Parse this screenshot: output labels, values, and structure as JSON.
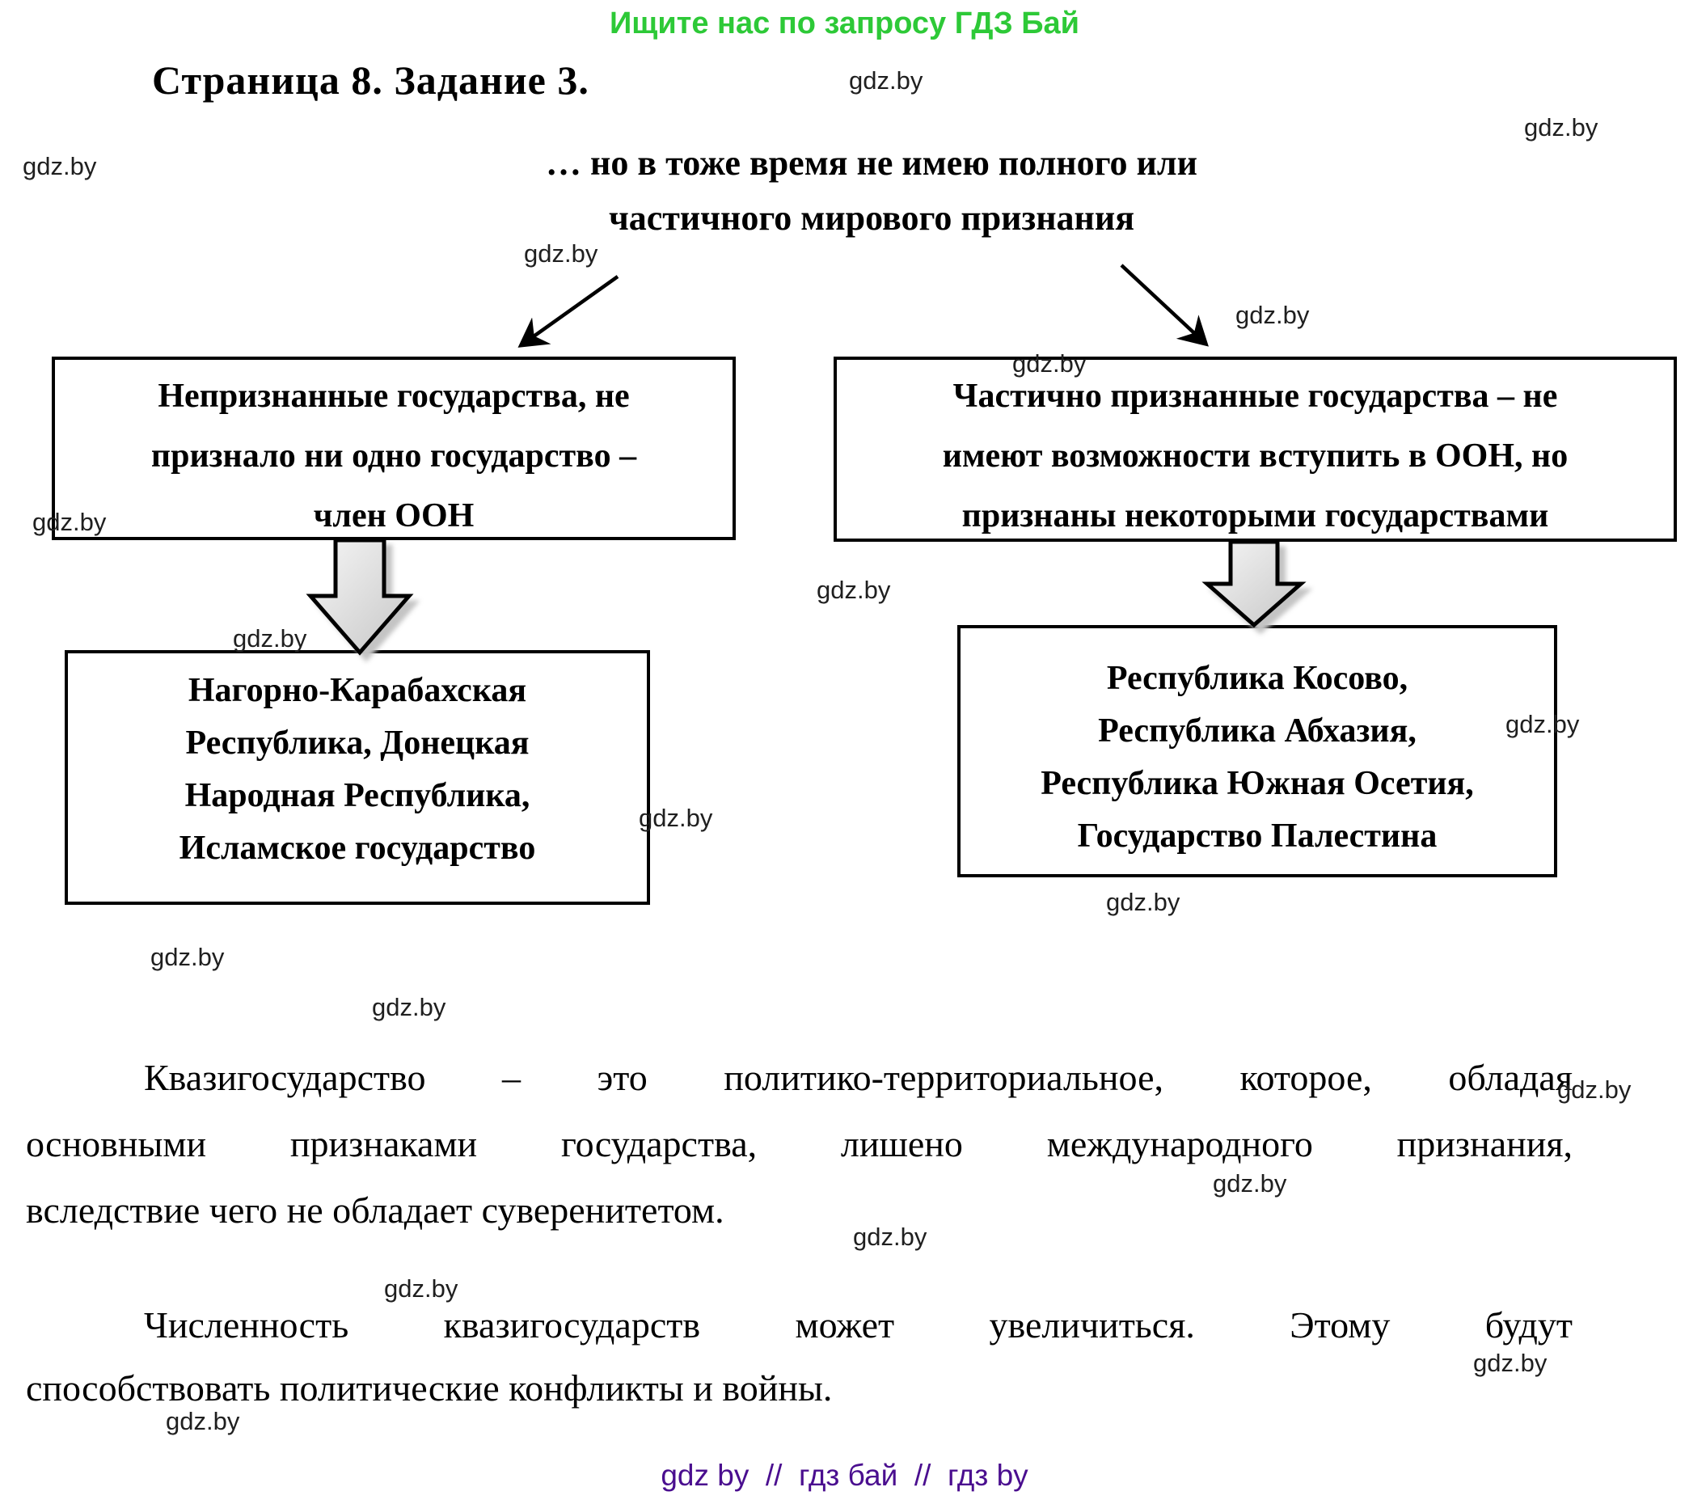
{
  "page": {
    "promo_banner": "Ищите нас по запросу ГДЗ Бай",
    "title": "Страница 8. Задание 3.",
    "watermark_label": "gdz.by",
    "footer": "gdz by  //  гдз бай  //  гдз by",
    "colors": {
      "promo_green": "#2dc937",
      "footer_purple": "#4a0e8f",
      "arrow_fill_light": "#f4f4f4",
      "arrow_fill_dark": "#c7c7c7"
    }
  },
  "diagram": {
    "heading_lines": [
      "… но в тоже время не имею полного или",
      "частичного мирового признания"
    ],
    "boxes": {
      "unrecognized": {
        "lines": [
          "Непризнанные государства, не",
          "признало ни одно государство –",
          "член ООН"
        ]
      },
      "partially_recognized": {
        "lines": [
          "Частично признанные государства – не",
          "имеют возможности вступить в ООН, но",
          "признаны некоторыми государствами"
        ]
      },
      "unrecognized_examples": {
        "lines": [
          "Нагорно-Карабахская",
          "Республика, Донецкая",
          "Народная Республика,",
          "Исламское государство"
        ]
      },
      "partially_recognized_examples": {
        "lines": [
          "Республика Косово,",
          "Республика Абхазия,",
          "Республика Южная Осетия,",
          "Государство Палестина"
        ]
      }
    }
  },
  "paragraphs": {
    "definition": {
      "lines": [
        "Квазигосударство – это политико-территориальное, которое, обладая",
        "основными признаками государства, лишено международного признания,",
        "вследствие чего не обладает суверенитетом."
      ]
    },
    "outlook": {
      "lines": [
        "Численность квазигосударств может увеличиться. Этому будут",
        "способствовать политические конфликты и войны."
      ]
    }
  }
}
